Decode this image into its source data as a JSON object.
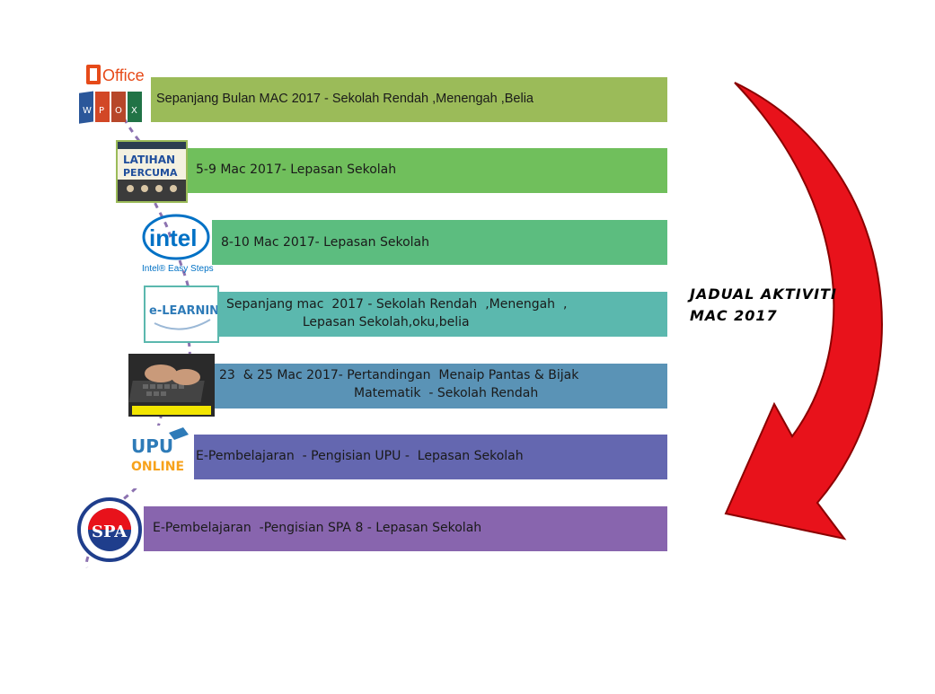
{
  "title": {
    "line1": "JADUAL AKTIVITI",
    "line2": "MAC 2017"
  },
  "items": [
    {
      "line1": "Sepanjang Bulan MAC 2017 - Sekolah Rendah ,Menengah ,Belia",
      "line2": "",
      "color": "#9BBB59",
      "logo": "office-logo",
      "logo_text": "Office"
    },
    {
      "line1": "5-9 Mac 2017- Lepasan Sekolah",
      "line2": "",
      "color": "#70BF5C",
      "logo": "latihan-percuma-poster",
      "logo_text": "LATIHAN PERCUMA"
    },
    {
      "line1": "8-10 Mac 2017- Lepasan Sekolah",
      "line2": "",
      "color": "#5CBD7F",
      "logo": "intel-logo",
      "logo_text": "intel",
      "logo_sub": "Intel® Easy Steps"
    },
    {
      "line1": "Sepanjang mac  2017 - Sekolah Rendah  ,Menengah  ,",
      "line2": "Lepasan Sekolah,oku,belia",
      "color": "#5BB8AE",
      "logo": "e-learning-logo",
      "logo_text": "e-LEARNING"
    },
    {
      "line1": "23  & 25 Mac 2017- Pertandingan  Menaip Pantas & Bijak",
      "line2": "Matematik  - Sekolah Rendah",
      "color": "#5A93B6",
      "logo": "keyboard-photo",
      "logo_text": ""
    },
    {
      "line1": "E-Pembelajaran  - Pengisian UPU -  Lepasan Sekolah",
      "line2": "",
      "color": "#6467B0",
      "logo": "upu-online-logo",
      "logo_text": "UPU ONLINE"
    },
    {
      "line1": "E-Pembelajaran  -Pengisian SPA 8 - Lepasan Sekolah",
      "line2": "",
      "color": "#8865AE",
      "logo": "spa-logo",
      "logo_text": "SPA"
    }
  ],
  "arrow": {
    "color": "#E8121B",
    "edge": "#8B0000"
  }
}
